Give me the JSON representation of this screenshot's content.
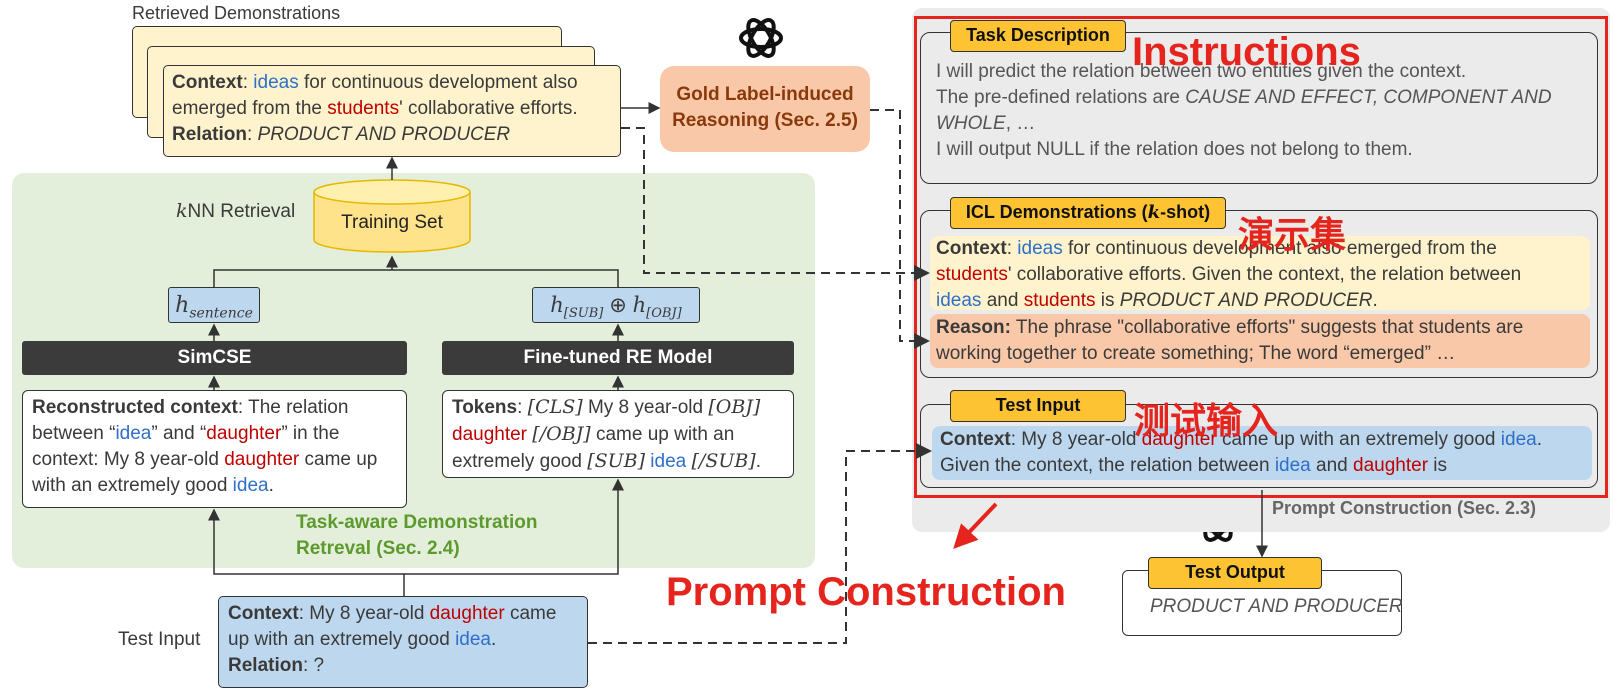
{
  "retrieved_title": "Retrieved Demonstrations",
  "retrieved_card": {
    "context_label": "Context",
    "w_ideas": "ideas",
    "text1": " for continuous development also",
    "text2": "emerged from the ",
    "w_students": "students",
    "text3": "' collaborative efforts.",
    "relation_label": "Relation",
    "relation_value": "PRODUCT AND PRODUCER"
  },
  "gold_label": {
    "line1": "Gold Label-induced",
    "line2": "Reasoning (Sec. 2.5)"
  },
  "knn_label": "NN Retrieval",
  "knn_k": "k",
  "training_set": "Training Set",
  "h_sentence": {
    "base": "h",
    "sub": "sentence"
  },
  "h_concat": {
    "h1": "h",
    "sub1": "[SUB]",
    "op": " ⊕ ",
    "h2": "h",
    "sub2": "[OBJ]"
  },
  "simcse": "SimCSE",
  "finetuned": "Fine-tuned RE Model",
  "reconstructed": {
    "label": "Reconstructed context",
    "t1": ": The relation",
    "t2": "between “",
    "w_idea": "idea",
    "t3": "” and “",
    "w_daughter": "daughter",
    "t4": "” in the",
    "t5": "context: My 8 year-old ",
    "w_daughter2": "daughter",
    "t6": " came up",
    "t7": "with an extremely good ",
    "w_idea2": "idea",
    "t8": "."
  },
  "tokens": {
    "label": "Tokens",
    "t1": ": ",
    "cls": "[CLS]",
    "t2": " My 8 year-old ",
    "obj": "[OBJ]",
    "w_daughter": "daughter",
    "t3": " ",
    "eobj": "[/OBJ]",
    "t4": " came up with an",
    "t5": "extremely good ",
    "sub": "[SUB]",
    "t6": " ",
    "w_idea": "idea",
    "t7": " ",
    "esub": "[/SUB]",
    "t8": "."
  },
  "task_aware": {
    "line1": "Task-aware Demonstration",
    "line2": "Retreval (Sec. 2.4)"
  },
  "test_input_label": "Test Input",
  "test_input_card": {
    "context_label": "Context",
    "t1": ": My 8 year-old ",
    "w_daughter": "daughter",
    "t2": " came",
    "t3": "up with an extremely good ",
    "w_idea": "idea",
    "t4": ".",
    "relation_label": "Relation",
    "relation_value": ": ?"
  },
  "task_description": {
    "badge": "Task Description",
    "line1": "I will predict the relation between two entities given the context.",
    "line2a": "The pre-defined relations are ",
    "line2b": "CAUSE AND EFFECT, COMPONENT AND",
    "line3a": "WHOLE",
    "line3b": ", …",
    "line4": "I will output NULL if the relation does not belong to them."
  },
  "icl_demos": {
    "badge_a": "ICL Demonstrations (",
    "badge_k": "k",
    "badge_b": "-shot)",
    "context_label": "Context",
    "w_ideas": "ideas",
    "t1": " for continuous development also emerged from the",
    "w_students": "students",
    "t2": "' collaborative efforts. Given the context, the relation between",
    "w_ideas2": "ideas",
    "t3": " and ",
    "w_students2": "students",
    "t4": " is ",
    "rel": "PRODUCT AND PRODUCER",
    "t5": ".",
    "reason_label": "Reason:",
    "reason1": " The phrase \"collaborative efforts\" suggests that students are",
    "reason2": "working together to create something; The word “emerged” …"
  },
  "test_input_right": {
    "badge": "Test Input",
    "context_label": "Context",
    "t1": ": My 8 year-old ",
    "w_daughter": "daughter",
    "t2": " came up with an extremely good ",
    "w_idea": "idea",
    "t3": ".",
    "t4": "Given the context, the relation between ",
    "w_idea2": "idea",
    "t5": " and ",
    "w_daughter2": "daughter",
    "t6": " is"
  },
  "prompt_construction_small": "Prompt Construction (Sec. 2.3)",
  "test_output": {
    "badge": "Test Output",
    "value": "PRODUCT AND PRODUCER"
  },
  "annotations": {
    "instructions": "Instructions",
    "demo_set": "演示集",
    "test_input_cn": "测试输入",
    "prompt_construction": "Prompt Construction"
  },
  "colors": {
    "accent_red": "#e5241d",
    "entity_blue": "#2e6fc9",
    "entity_red": "#c00000",
    "green_panel": "#e3efda",
    "yellow_card": "#fff3cd",
    "orange_box": "#f8c8a8",
    "blue_card": "#bdd7ee",
    "badge_yellow": "#fdc332"
  }
}
